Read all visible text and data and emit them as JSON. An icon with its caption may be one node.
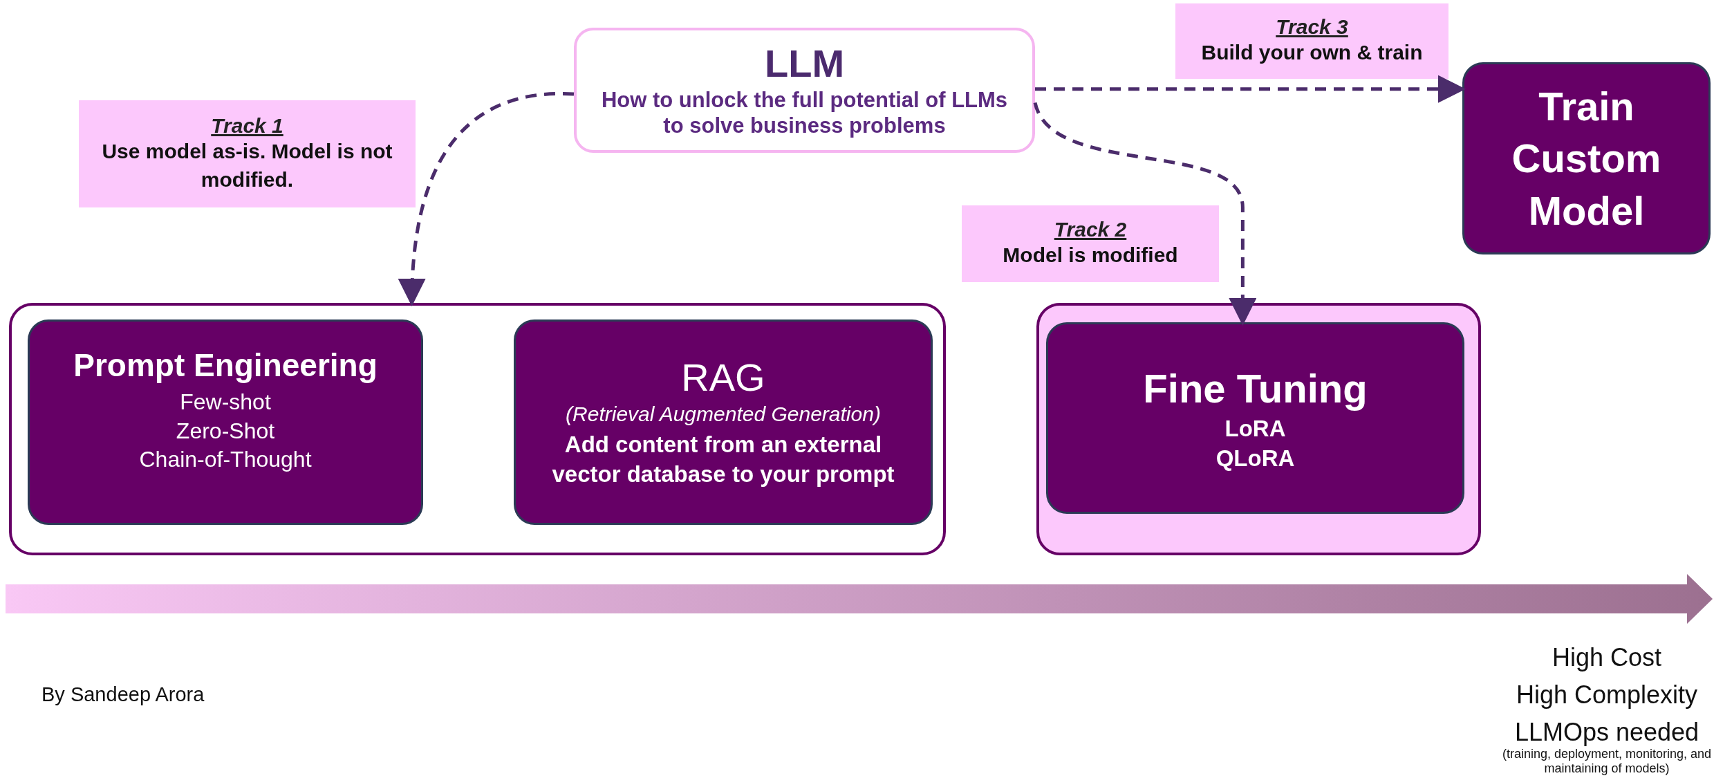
{
  "diagram": {
    "nodes": [
      {
        "text": [
          "LLM",
          "How to unlock the full potential of LLMs to solve business problems"
        ]
      },
      {
        "text": [
          "Track 1",
          "Use model as-is. Model is not modified."
        ]
      },
      {
        "text": [
          "Track 2",
          "Model is modified"
        ]
      },
      {
        "text": [
          "Track 3",
          "Build your own & train"
        ]
      },
      {
        "text": [],
        "shape": "box"
      },
      {
        "text": [
          "Prompt Engineering",
          "Few-shot",
          "Zero-Shot",
          "Chain-of-Thought"
        ],
        "in": 4
      },
      {
        "text": [
          "RAG",
          "(Retrieval Augmented Generation)",
          "Add content from an external vector database to your prompt"
        ],
        "in": 4
      },
      {
        "text": [],
        "shape": "box"
      },
      {
        "text": [
          "Fine Tuning",
          "LoRA",
          "QLoRA"
        ],
        "in": 7
      },
      {
        "text": [
          "Train Custom Model"
        ]
      }
    ],
    "edges": [
      {
        "from": 0,
        "to": 4,
        "arrow": "to",
        "style": "dashed"
      },
      {
        "from": 0,
        "to": 8,
        "arrow": "to",
        "style": "dashed"
      },
      {
        "from": 0,
        "to": 9,
        "arrow": "to",
        "style": "dashed"
      }
    ],
    "labels": [
      "High Cost",
      "High Complexity",
      "LLMOps needed",
      "(training, deployment, monitoring, and maintaining of models)",
      "By Sandeep Arora"
    ]
  }
}
